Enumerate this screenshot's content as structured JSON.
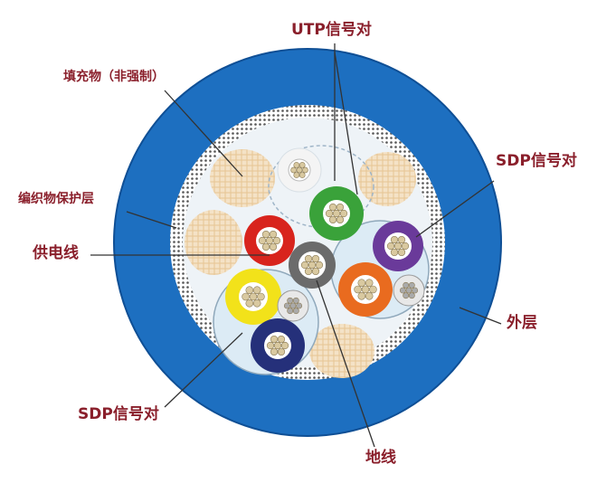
{
  "labels": {
    "utp_pair": "UTP信号对",
    "filler": "填充物（非强制）",
    "braid_shield": "编织物保护层",
    "power_line": "供电线",
    "sdp_pair_right": "SDP信号对",
    "outer_layer": "外层",
    "sdp_pair_left": "SDP信号对",
    "ground_line": "地线"
  },
  "colors": {
    "outer_jacket": "#1d6fc0",
    "outer_jacket_edge": "#0f4f95",
    "braid": "#9a9a9a",
    "core_bg": "#eef3f7",
    "filler": "#f1dcbc",
    "label": "#8a1f2b",
    "conductor_white": "#f4f4f4",
    "conductor_green": "#3aa23a",
    "conductor_red": "#d8241d",
    "conductor_gray": "#6b6b6b",
    "conductor_purple": "#6a3a9a",
    "conductor_orange": "#e96b1f",
    "conductor_yellow": "#f2e21a",
    "conductor_navy": "#25307a"
  }
}
